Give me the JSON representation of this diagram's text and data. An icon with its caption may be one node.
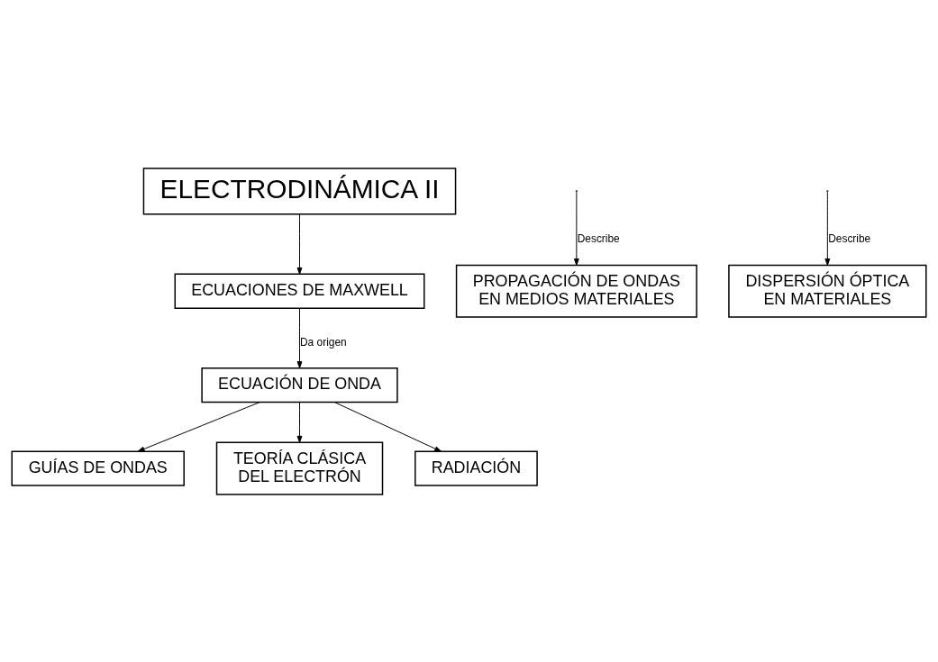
{
  "diagram": {
    "nodes": [
      {
        "text": [
          "ELECTRODINÁMICA II"
        ]
      },
      {
        "text": [
          "ECUACIONES DE MAXWELL"
        ]
      },
      {
        "text": [
          "ECUACIÓN DE ONDA"
        ]
      },
      {
        "text": [
          "PROPAGACIÓN DE ONDAS EN MEDIOS MATERIALES"
        ]
      },
      {
        "text": [
          "DISPERSIÓN ÓPTICA EN MATERIALES"
        ]
      },
      {
        "text": [
          "GUÍAS DE ONDAS"
        ]
      },
      {
        "text": [
          "TEORÍA CLÁSICA DEL ELECTRÓN"
        ]
      },
      {
        "text": [
          "RADIACIÓN"
        ]
      }
    ],
    "edges": [
      {
        "from": 0,
        "to": 1,
        "arrow": "to"
      },
      {
        "from": 1,
        "to": 2,
        "label": "Da origen",
        "arrow": "to"
      },
      {
        "from": null,
        "to": 3,
        "label": "Describe",
        "arrow": "to"
      },
      {
        "from": null,
        "to": 4,
        "label": "Describe",
        "arrow": "to"
      },
      {
        "from": 2,
        "to": 5,
        "arrow": "to"
      },
      {
        "from": 2,
        "to": 6,
        "arrow": "to"
      },
      {
        "from": 2,
        "to": 7,
        "arrow": "to"
      }
    ]
  }
}
